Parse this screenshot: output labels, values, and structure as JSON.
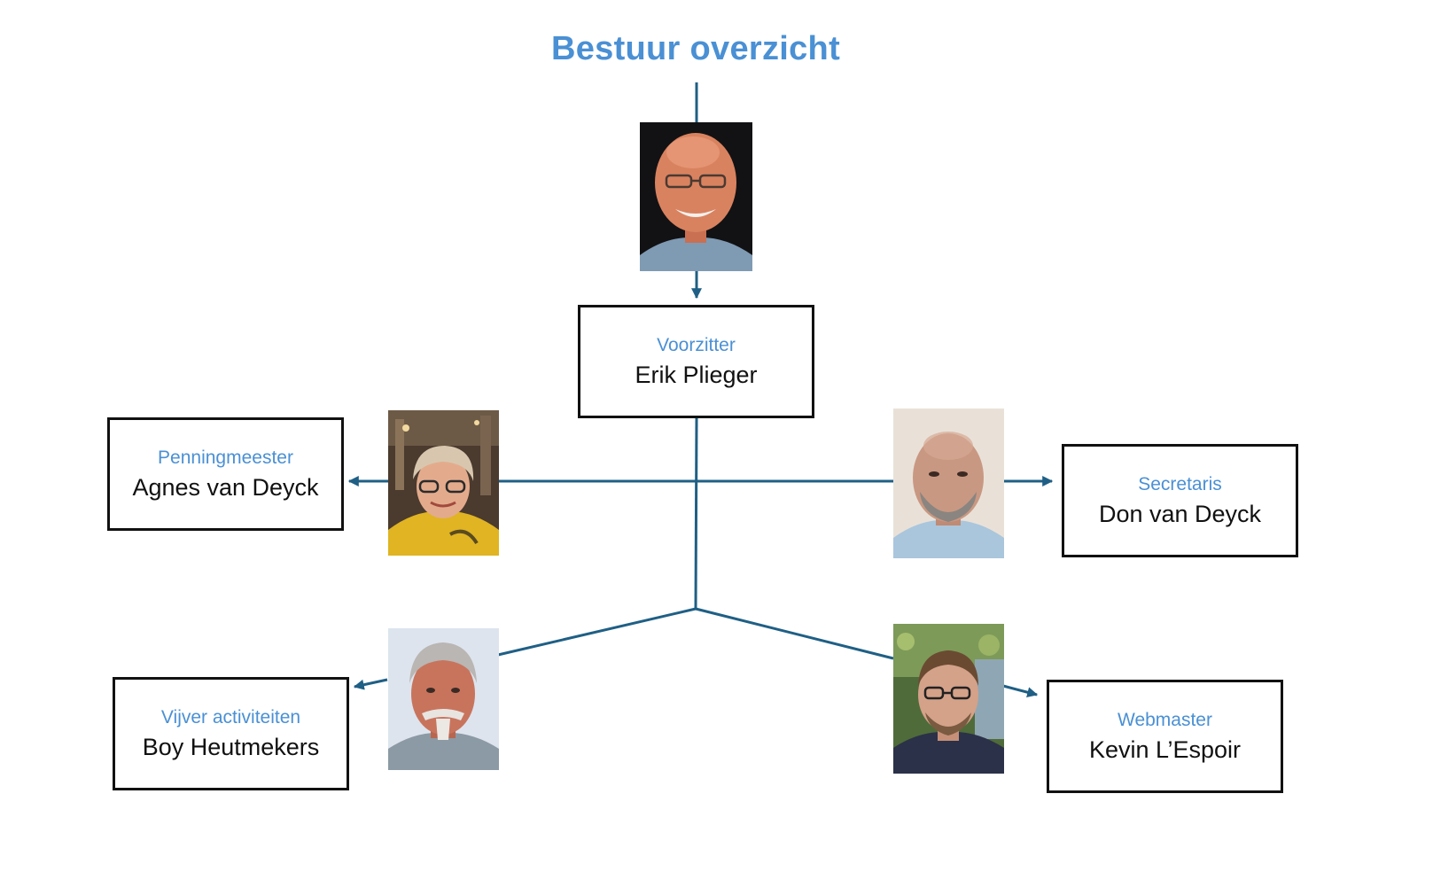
{
  "title": "Bestuur overzicht",
  "members": {
    "voorzitter": {
      "role": "Voorzitter",
      "name": "Erik Plieger"
    },
    "penningmeester": {
      "role": "Penningmeester",
      "name": "Agnes van Deyck"
    },
    "secretaris": {
      "role": "Secretaris",
      "name": "Don van Deyck"
    },
    "vijver": {
      "role": "Vijver activiteiten",
      "name": "Boy Heutmekers"
    },
    "webmaster": {
      "role": "Webmaster",
      "name": "Kevin L’Espoir"
    }
  },
  "colors": {
    "title": "#4a90d4",
    "role": "#4a90d4",
    "connector": "#1f5f85",
    "box_border": "#111111"
  }
}
